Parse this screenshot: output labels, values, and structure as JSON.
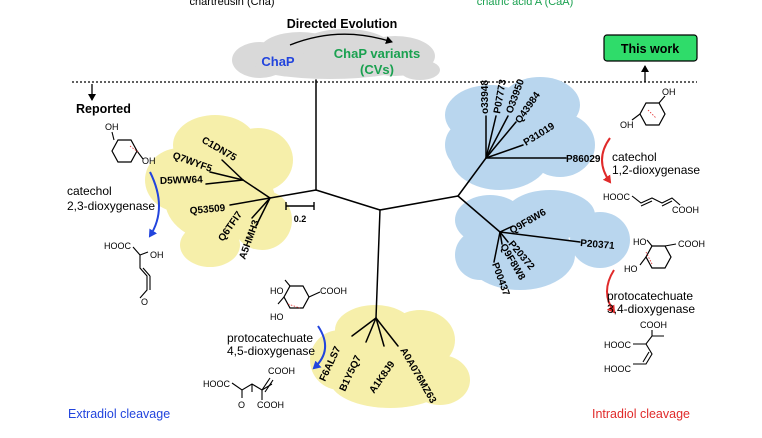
{
  "header": {
    "top_left_text": "chartreusin (Cha)",
    "top_right_text": "chatric acid A (CaA)",
    "directed_evolution": "Directed Evolution",
    "chap": "ChaP",
    "chap_variants_line1": "ChaP variants",
    "chap_variants_line2": "(CVs)",
    "this_work": "This work",
    "reported": "Reported"
  },
  "scale_bar": "0.2",
  "clusters": {
    "extradiol_23": [
      "C1DN75",
      "Q7WYF5",
      "D5WW64",
      "Q53509",
      "Q6TFI7",
      "A5HMH3"
    ],
    "intradiol_12": [
      "o33948",
      "P07773",
      "O33950",
      "Q43984",
      "P31019",
      "P86029"
    ],
    "intradiol_34": [
      "Q9F8W6",
      "P20371",
      "P20372",
      "Q9F8W8",
      "P00437"
    ],
    "extradiol_45": [
      "F6ALS7",
      "B1Y5Q7",
      "A1K8J9",
      "A0A076MZ63"
    ]
  },
  "enzymes": {
    "catechol_23_line1": "catechol",
    "catechol_23_line2": "2,3-dioxygenase",
    "catechol_12_line1": "catechol",
    "catechol_12_line2": "1,2-dioxygenase",
    "pca_34_line1": "protocatechuate",
    "pca_34_line2": "3,4-dioxygenase",
    "pca_45_line1": "protocatechuate",
    "pca_45_line2": "4,5-dioxygenase"
  },
  "chem": {
    "oh": "OH",
    "ho": "HO",
    "hooc": "HOOC",
    "cooh": "COOH",
    "o": "O"
  },
  "footer": {
    "extradiol": "Extradiol cleavage",
    "intradiol": "Intradiol cleavage"
  },
  "colors": {
    "yellow_cluster": "#f6efaa",
    "blue_cluster": "#b9d6ee",
    "gray_cloud": "#d9d9d9",
    "green": "#1aa150",
    "this_work_fill": "#2fdc6a",
    "chap_blue": "#2244dd",
    "extradiol_blue": "#2244dd",
    "intradiol_red": "#e02a2a"
  }
}
